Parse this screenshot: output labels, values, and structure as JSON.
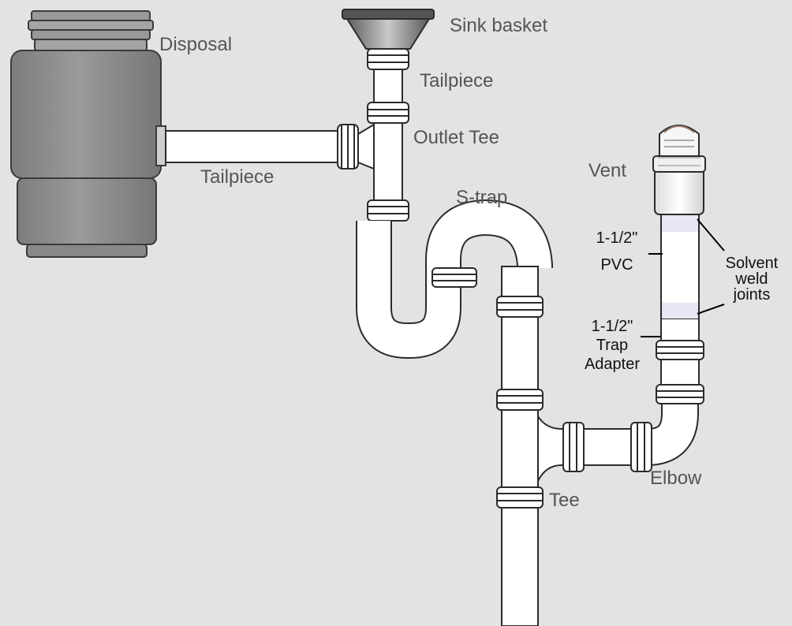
{
  "labels": {
    "disposal": "Disposal",
    "sink_basket": "Sink basket",
    "tailpiece_top": "Tailpiece",
    "outlet_tee": "Outlet Tee",
    "tailpiece_side": "Tailpiece",
    "s_trap": "S-trap",
    "vent": "Vent",
    "pvc_size": "1-1/2\"",
    "pvc": "PVC",
    "trap_adapter_size": "1-1/2\"",
    "trap_adapter_1": "Trap",
    "trap_adapter_2": "Adapter",
    "solvent_1": "Solvent",
    "solvent_2": "weld",
    "solvent_3": "joints",
    "tee": "Tee",
    "elbow": "Elbow"
  },
  "colors": {
    "background": "#e3e3e3",
    "pipe": "#ffffff",
    "outline": "#2b2b2b",
    "disposal": "#8e8e8e",
    "label_text": "#555555",
    "callout_text": "#111111",
    "pvc_tint": "#e6e6f4"
  }
}
